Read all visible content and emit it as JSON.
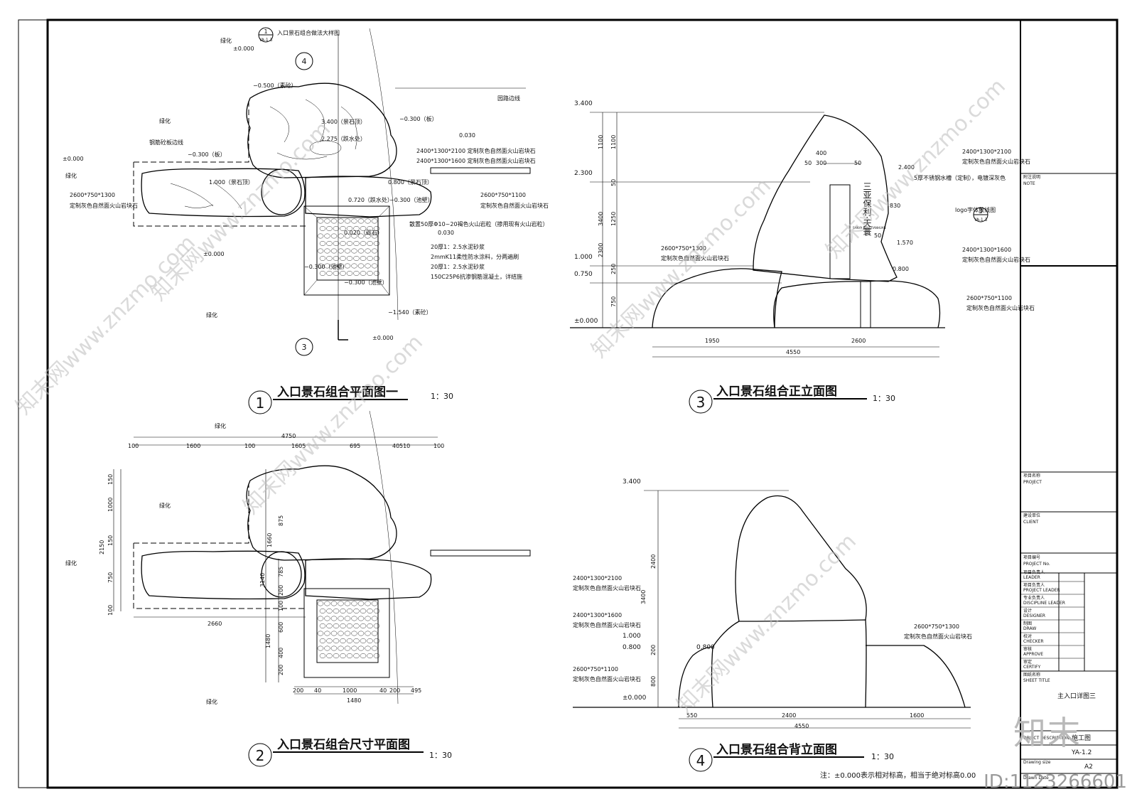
{
  "plan1": {
    "title": "入口景石组合平面图一",
    "scale": "1：30",
    "num": "1",
    "detail_ref_text": "入口景石组合做法大样图",
    "detail_ref_num": "1",
    "detail_ref_sheet": "YA-1.3",
    "section4": "4",
    "section3": "3",
    "labels": {
      "greening": "绿化",
      "lvhua_top": "绿化",
      "elev_0": "±0.000",
      "elev_m05": "−0.500（素砼）",
      "elev_m03b": "−0.300（板）",
      "elev_m03c": "−0.300（板）",
      "elev_34": "3.400（景石顶）",
      "elev_2275": "2.275（跌水处）",
      "elev_1": "1.000（景石顶）",
      "elev_08": "0.800（景石顶）",
      "elev_072": "0.720（跌水处）",
      "elev_m03p": "−0.300（池壁）",
      "elev_002": "0.020（砾石）",
      "elev_m03p2": "−0.300（池壁）",
      "elev_m03p3": "−0.300（池壁）",
      "elev_m154": "−1.540（素砼）",
      "elev_003": "0.030",
      "elev_0030": "0.030",
      "elev_0b": "±0.000",
      "elev_0c": "±0.000",
      "elev_0d": "±0.000",
      "garden_line": "园路边线",
      "steel_edge": "钢筋砼板边线",
      "stone_a1": "2400*1300*2100 定制灰色自然面火山岩块石",
      "stone_a2": "2400*1300*1600 定制灰色自然面火山岩块石",
      "stone_b": "2600*750*1300",
      "stone_b2": "定制灰色自然面火山岩块石",
      "stone_c": "2600*750*1100",
      "stone_c2": "定制灰色自然面火山岩块石",
      "pave1": "散置50厚Φ10~20褐色火山岩粒（掺用现有火山岩粒）",
      "pave2": "20厚1：2.5水泥砂浆",
      "pave3": "2mmK11柔性防水涂料，分两遍刷",
      "pave4": "20厚1：2.5水泥砂浆",
      "pave5": "150C25P6抗渗钢筋混凝土，详结施"
    }
  },
  "plan2": {
    "title": "入口景石组合尺寸平面图",
    "scale": "1：30",
    "num": "2",
    "greening": "绿化",
    "greening2": "绿化",
    "greening3": "绿化",
    "greening4": "绿化",
    "top_dims": [
      "100",
      "1600",
      "100",
      "1605",
      "695",
      "40",
      "510",
      "100"
    ],
    "total": "4750",
    "left_dims": [
      "150",
      "1000",
      "150",
      "750",
      "100"
    ],
    "left_total": "2150",
    "inner_dims": [
      "875",
      "1660",
      "785",
      "200",
      "3140"
    ],
    "pool_dims": [
      "100",
      "600",
      "400",
      "200"
    ],
    "pool_total": "1480",
    "bottom_dims": [
      "200",
      "40",
      "1000",
      "40",
      "200",
      "495"
    ],
    "bottom_total": "1480",
    "d2660": "2660"
  },
  "elev3": {
    "title": "入口景石组合正立面图",
    "scale": "1：30",
    "num": "3",
    "levels": [
      "3.400",
      "2.300",
      "1.000",
      "0.750",
      "±0.000"
    ],
    "vdims": [
      "1100",
      "1100",
      "50",
      "1250",
      "3400",
      "2300",
      "250",
      "750"
    ],
    "top": [
      "400",
      "50",
      "300",
      "50"
    ],
    "stone1": "2400*1300*2100",
    "stone1b": "定制灰色自然面火山岩块石",
    "tank": "5厚不锈钢水槽（定制），电镀深灰色",
    "e24": "2.400",
    "d830": "830",
    "logo": "logo字体放线图",
    "logo_num": "3",
    "logo_sheet": "YA-1.3",
    "d50": "50",
    "e157": "1.570",
    "stone2": "2400*1300*1600",
    "stone2b": "定制灰色自然面火山岩块石",
    "e08": "0.800",
    "stone3": "2600*750*1100",
    "stone3b": "定制灰色自然面火山岩块石",
    "stone4": "2600*750*1300",
    "stone4b": "定制灰色自然面火山岩块石",
    "sign_text": "三亚保利·天寰",
    "sign_en": "SANYA POLY TIANHUAN",
    "bdims": [
      "1950",
      "2600"
    ],
    "btotal": "4550"
  },
  "elev4": {
    "title": "入口景石组合背立面图",
    "scale": "1：30",
    "num": "4",
    "e34": "3.400",
    "e10": "1.000",
    "e08": "0.800",
    "e08b": "0.800",
    "e0": "±0.000",
    "vd": [
      "2400",
      "3400",
      "200",
      "800"
    ],
    "s1": "2400*1300*2100",
    "s1b": "定制灰色自然面火山岩块石",
    "s2": "2400*1300*1600",
    "s2b": "定制灰色自然面火山岩块石",
    "s3": "2600*750*1100",
    "s3b": "定制灰色自然面火山岩块石",
    "s4": "2600*750*1300",
    "s4b": "定制灰色自然面火山岩块石",
    "bd": [
      "550",
      "2400",
      "1600"
    ],
    "bt": "4550"
  },
  "note_bottom": "注：±0.000表示相对标高，相当于绝对标高0.00",
  "titleblock": {
    "note_cn": "附注说明",
    "note_en": "NOTE",
    "project_cn": "项目名称",
    "project_en": "PROJECT",
    "client_cn": "建设单位",
    "client_en": "CLIENT",
    "projno_cn": "项目编号",
    "projno_en": "PROJECT No.",
    "rows": [
      {
        "cn": "项目负责人",
        "en": "LEADER"
      },
      {
        "cn": "项目负责人",
        "en": "PROJECT LEADER"
      },
      {
        "cn": "专业负责人",
        "en": "DISCIPLINE LEADER"
      },
      {
        "cn": "设计",
        "en": "DESIGNER"
      },
      {
        "cn": "制图",
        "en": "DRAW"
      },
      {
        "cn": "校对",
        "en": "CHECKER"
      },
      {
        "cn": "审核",
        "en": "APPROVE"
      },
      {
        "cn": "审定",
        "en": "CERTIFY"
      }
    ],
    "sheet_title_cn": "图纸名称",
    "sheet_title_en": "SHEET TITLE",
    "sheet_title": "主入口详图三",
    "desc": "OBJECT DESCRIPTION",
    "stage": "施工图",
    "sheetno": "YA-1.2",
    "drawing_size_en": "Drawing size",
    "size": "A2",
    "date_en": "Drawn Date"
  },
  "watermark": "知末网www.znzmo.com",
  "brand": "知末",
  "id_tag": "ID:1123266601"
}
